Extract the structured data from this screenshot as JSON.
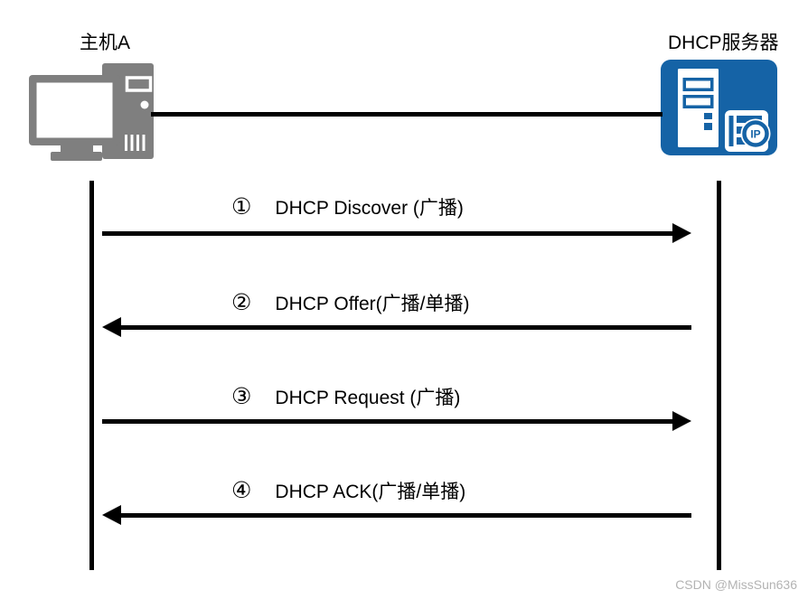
{
  "diagram": {
    "kind": "dhcp-sequence-diagram",
    "actors": {
      "host": {
        "label": "主机A",
        "icon": "desktop-computer-icon",
        "color": "#7f7f7f"
      },
      "server": {
        "label": "DHCP服务器",
        "icon": "dhcp-server-icon",
        "color": "#1563a6",
        "badge": "IP"
      }
    },
    "messages": [
      {
        "number": "①",
        "label": "DHCP Discover (广播)",
        "direction": "right"
      },
      {
        "number": "②",
        "label": "DHCP Offer(广播/单播)",
        "direction": "left"
      },
      {
        "number": "③",
        "label": "DHCP Request (广播)",
        "direction": "right"
      },
      {
        "number": "④",
        "label": "DHCP ACK(广播/单播)",
        "direction": "left"
      }
    ],
    "watermark": "CSDN @MissSun636",
    "colors": {
      "line": "#000000",
      "host_gray": "#7f7f7f",
      "server_blue": "#1563a6",
      "watermark_gray": "#b3b3b3",
      "background": "#ffffff"
    }
  }
}
